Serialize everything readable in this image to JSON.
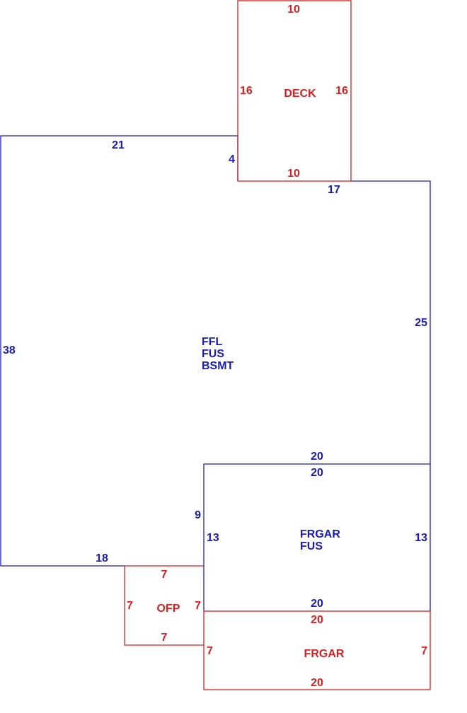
{
  "colors": {
    "living": "#1a1ab8",
    "exterior": "#d81e1e"
  },
  "sketch": {
    "main": {
      "labels": [
        "FFL",
        "FUS",
        "BSMT"
      ],
      "dims": {
        "top_left": "21",
        "step_down": "4",
        "top_right": "17",
        "right": "25",
        "left": "38",
        "bottom": "18",
        "step_in": "9"
      }
    },
    "deck": {
      "label": "DECK",
      "dims": {
        "top": "10",
        "left": "16",
        "right": "16",
        "bottom": "10"
      }
    },
    "frgar_fus": {
      "labels": [
        "FRGAR",
        "FUS"
      ],
      "dims": {
        "top_outer": "20",
        "top_inner": "20",
        "left": "13",
        "right": "13",
        "bottom": "20"
      }
    },
    "ofp": {
      "label": "OFP",
      "dims": {
        "top": "7",
        "left": "7",
        "right": "7",
        "bottom": "7"
      }
    },
    "frgar": {
      "label": "FRGAR",
      "dims": {
        "top": "20",
        "left": "7",
        "right": "7",
        "bottom": "20"
      }
    }
  }
}
